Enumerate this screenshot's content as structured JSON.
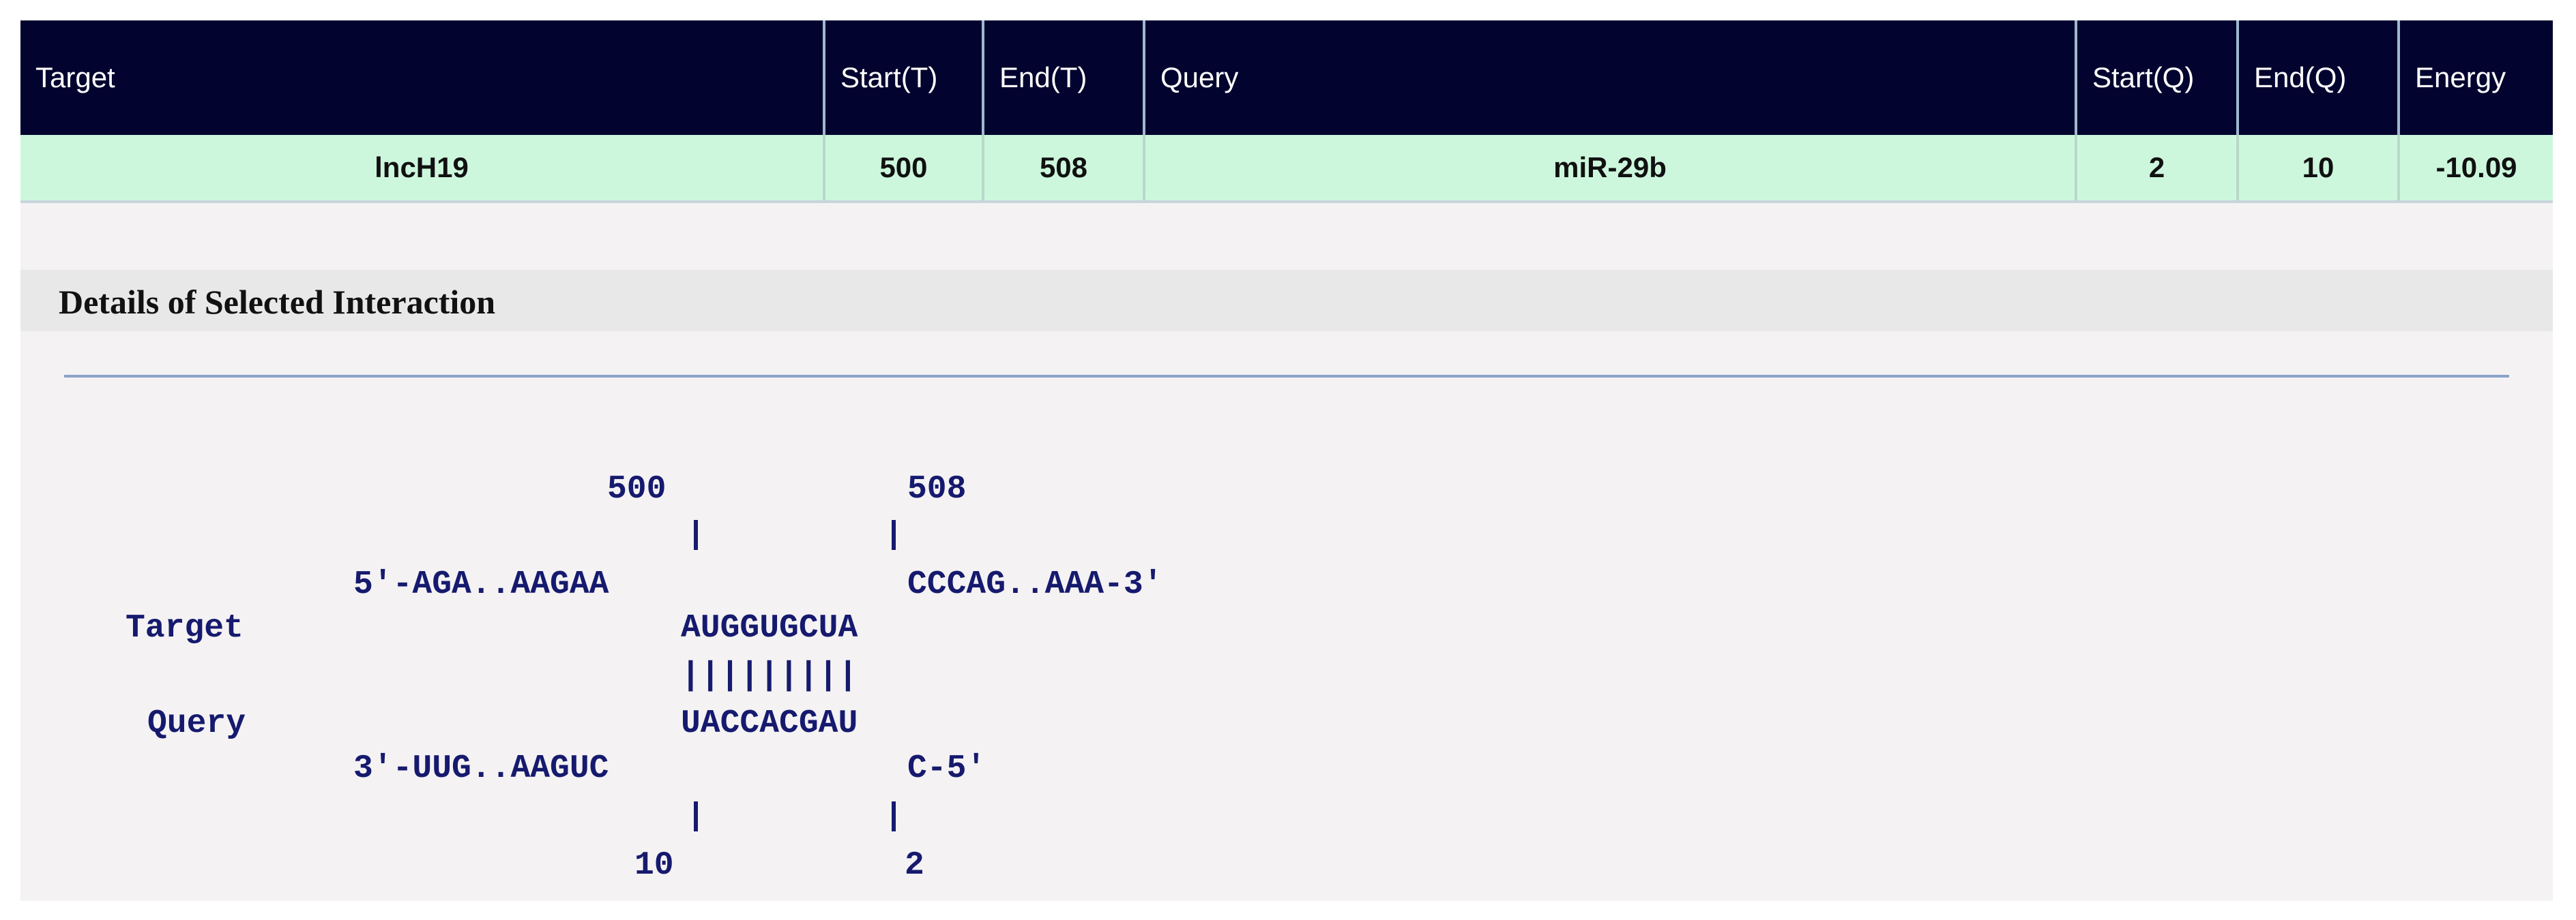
{
  "table": {
    "headers": [
      "Target",
      "Start(T)",
      "End(T)",
      "Query",
      "Start(Q)",
      "End(Q)",
      "Energy"
    ],
    "rows": [
      [
        "lncH19",
        "500",
        "508",
        "miR-29b",
        "2",
        "10",
        "-10.09"
      ]
    ]
  },
  "details": {
    "title": "Details of Selected Interaction",
    "target_start": "500",
    "target_end": "508",
    "target_left": "5'-AGA..AAGAA",
    "target_right": "CCCAG..AAA-3'",
    "target_label": "Target",
    "target_paired": "AUGGUGCUA",
    "bonds": "|||||||||",
    "query_label": "Query",
    "query_paired": "UACCACGAU",
    "query_left": "3'-UUG..AAGUC",
    "query_right": "C-5'",
    "query_start": "10",
    "query_end": "2"
  },
  "colors": {
    "header_bg": "#02032e",
    "row_bg": "#cdf7dd",
    "sequence_text": "#161a6e",
    "divider": "#8aa3c8"
  }
}
